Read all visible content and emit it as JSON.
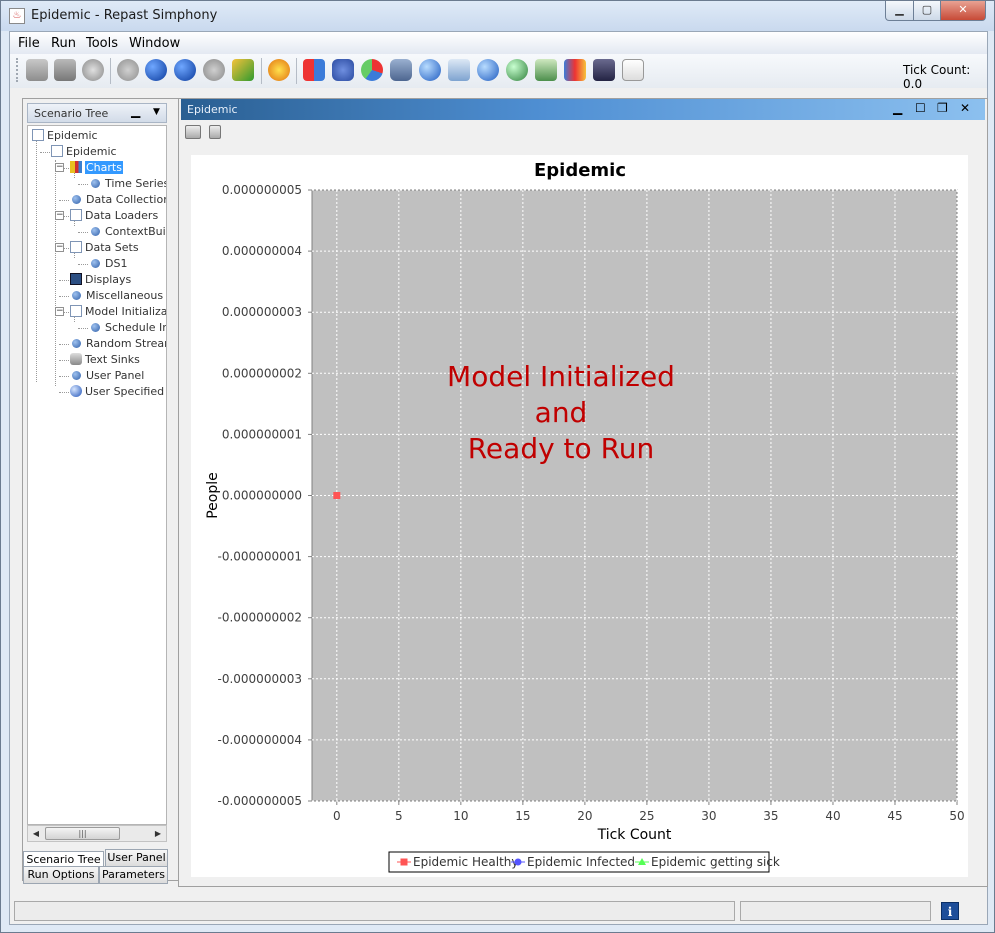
{
  "window": {
    "title": "Epidemic - Repast Simphony"
  },
  "menu": [
    "File",
    "Run",
    "Tools",
    "Window"
  ],
  "toolbar": {
    "tick_count_label": "Tick Count: 0.0"
  },
  "scenario_panel": {
    "title": "Scenario Tree",
    "tree": [
      {
        "label": "Epidemic",
        "icon": "document-icon"
      },
      {
        "label": "Epidemic",
        "icon": "document-icon"
      },
      {
        "label": "Charts",
        "icon": "chart-icon",
        "selected": true
      },
      {
        "label": "Time Series C",
        "icon": "node-icon"
      },
      {
        "label": "Data Collection In",
        "icon": "node-icon"
      },
      {
        "label": "Data Loaders",
        "icon": "document-icon"
      },
      {
        "label": "ContextBuilde",
        "icon": "node-icon"
      },
      {
        "label": "Data Sets",
        "icon": "dataset-icon"
      },
      {
        "label": "DS1",
        "icon": "node-icon"
      },
      {
        "label": "Displays",
        "icon": "display-icon"
      },
      {
        "label": "Miscellaneous Ac",
        "icon": "node-icon"
      },
      {
        "label": "Model Initializatio",
        "icon": "document-icon"
      },
      {
        "label": "Schedule Init",
        "icon": "node-icon"
      },
      {
        "label": "Random Streams",
        "icon": "node-icon"
      },
      {
        "label": "Text Sinks",
        "icon": "database-icon"
      },
      {
        "label": "User Panel",
        "icon": "node-icon"
      },
      {
        "label": "User Specified Ac",
        "icon": "globe-icon"
      }
    ],
    "tabs": [
      "Scenario Tree",
      "User Panel",
      "Run Options",
      "Parameters"
    ]
  },
  "chart_window": {
    "title": "Epidemic"
  },
  "chart_data": {
    "type": "line",
    "title": "Epidemic",
    "xlabel": "Tick Count",
    "ylabel": "People",
    "xlim": [
      -2,
      50
    ],
    "ylim": [
      -5e-09,
      5e-09
    ],
    "x_ticks": [
      "0",
      "5",
      "10",
      "15",
      "20",
      "25",
      "30",
      "35",
      "40",
      "45",
      "50"
    ],
    "y_ticks": [
      "0.000000005",
      "0.000000004",
      "0.000000003",
      "0.000000002",
      "0.000000001",
      "0.000000000",
      "-0.000000001",
      "-0.000000002",
      "-0.000000003",
      "-0.000000004",
      "-0.000000005"
    ],
    "grid": true,
    "legend_position": "bottom",
    "series": [
      {
        "name": "Epidemic Healthy",
        "color": "#ff5555",
        "marker": "square",
        "points": [
          [
            0,
            0
          ]
        ]
      },
      {
        "name": "Epidemic Infected",
        "color": "#5555ff",
        "marker": "circle",
        "points": []
      },
      {
        "name": "Epidemic getting sick",
        "color": "#55ff55",
        "marker": "triangle",
        "points": []
      }
    ],
    "overlay_text": [
      "Model Initialized",
      "and",
      "Ready to Run"
    ],
    "colors": {
      "plot_bg": "#c0c0c0",
      "overlay": "#c00000"
    }
  }
}
